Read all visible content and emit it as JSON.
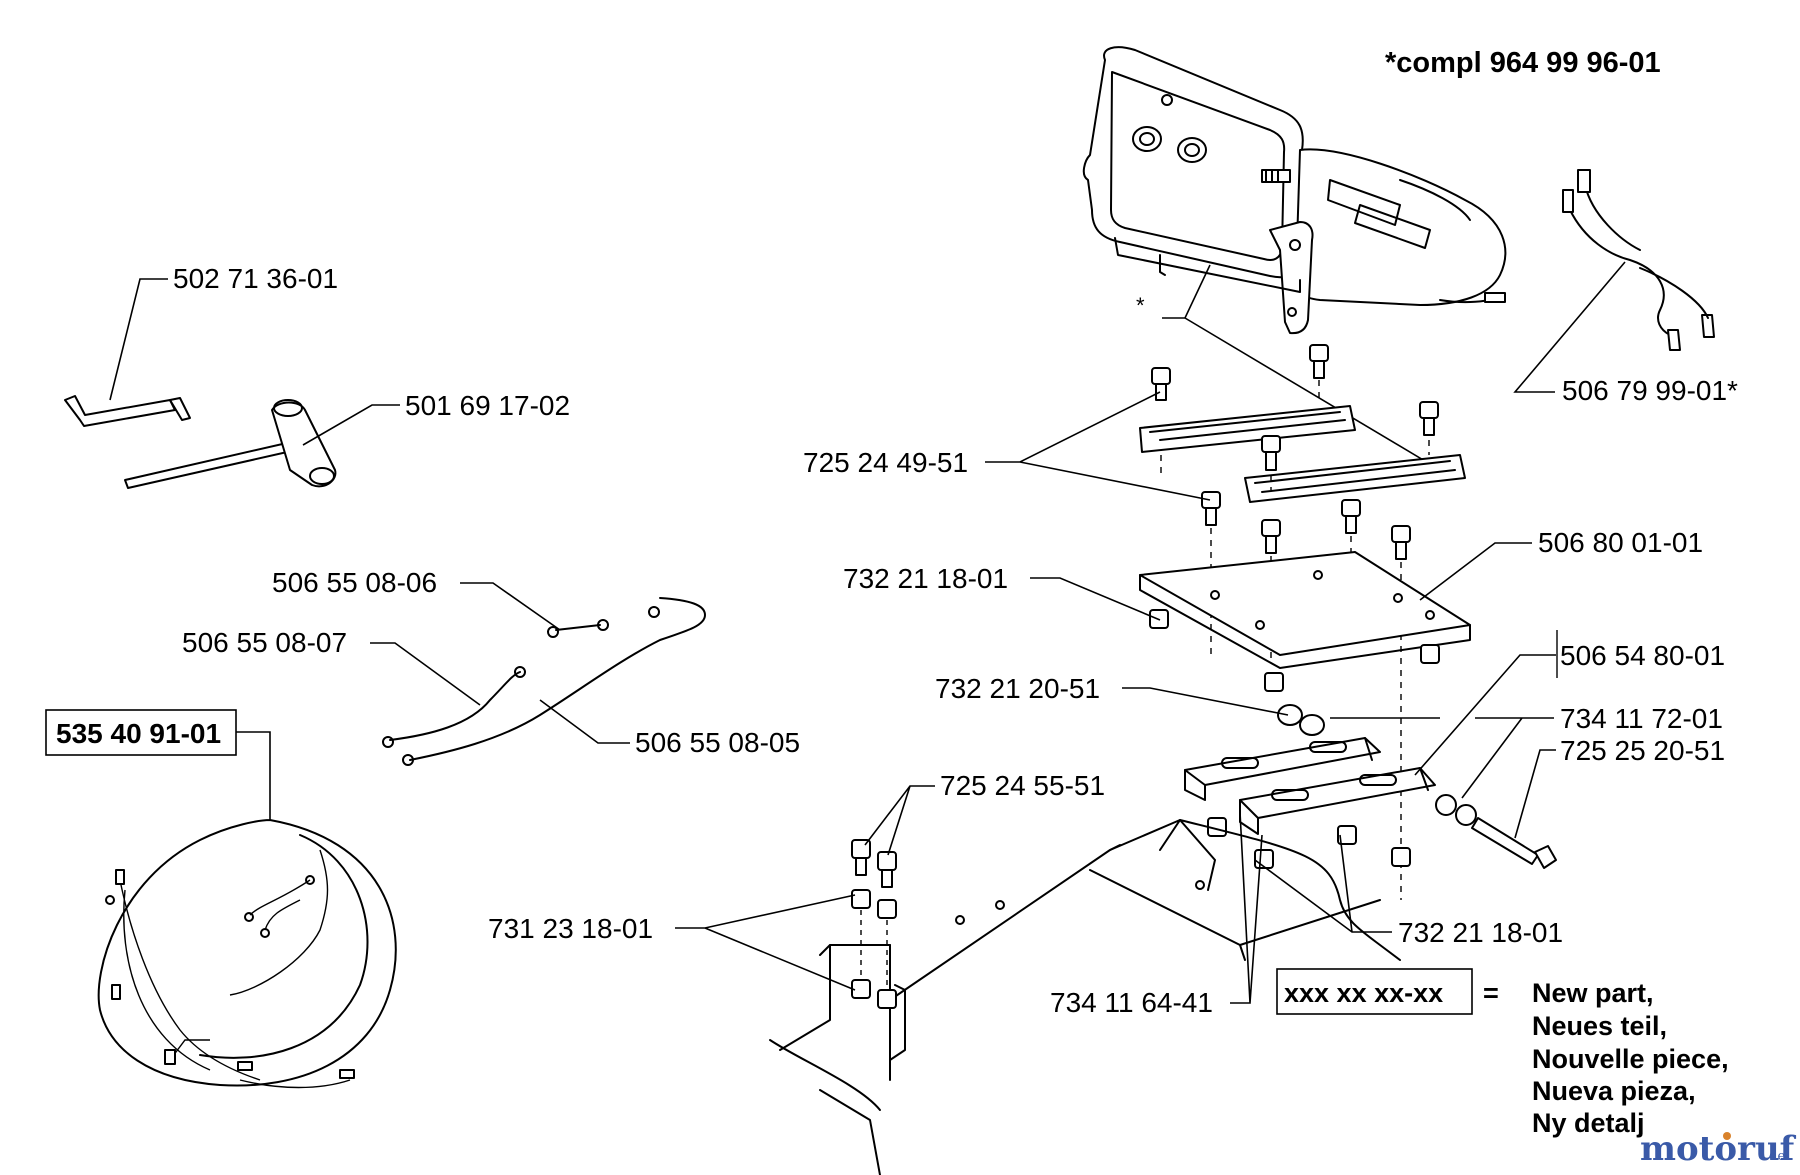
{
  "header": {
    "compl_note": "*compl 964 99 96-01"
  },
  "parts": {
    "p_502_71_36_01": "502 71 36-01",
    "p_501_69_17_02": "501 69 17-02",
    "p_506_55_08_06": "506 55 08-06",
    "p_506_55_08_07": "506 55 08-07",
    "p_506_55_08_05": "506 55 08-05",
    "p_535_40_91_01": "535 40 91-01",
    "p_506_79_99_01": "506 79 99-01*",
    "p_725_24_49_51": "725 24 49-51",
    "p_732_21_18_01_a": "732 21 18-01",
    "p_506_80_01_01": "506 80 01-01",
    "p_732_21_20_51": "732 21 20-51",
    "p_506_54_80_01": "506 54 80-01",
    "p_734_11_72_01": "734 11 72-01",
    "p_725_25_20_51": "725 25 20-51",
    "p_725_24_55_51": "725 24 55-51",
    "p_731_23_18_01": "731 23 18-01",
    "p_732_21_18_01_b": "732 21 18-01",
    "p_734_11_64_41": "734 11 64-41",
    "seat_asterisk": "*"
  },
  "legend": {
    "sample": "xxx xx xx-xx",
    "equals": "=",
    "lines": [
      "New part,",
      "Neues teil,",
      "Nouvelle piece,",
      "Nueva pieza,",
      "Ny detalj"
    ]
  },
  "watermark": {
    "text": "motoruf",
    "suffix": ".de"
  },
  "colors": {
    "watermark_blue": "#3a5aa8",
    "watermark_orange": "#d9822b",
    "ink": "#000000"
  }
}
